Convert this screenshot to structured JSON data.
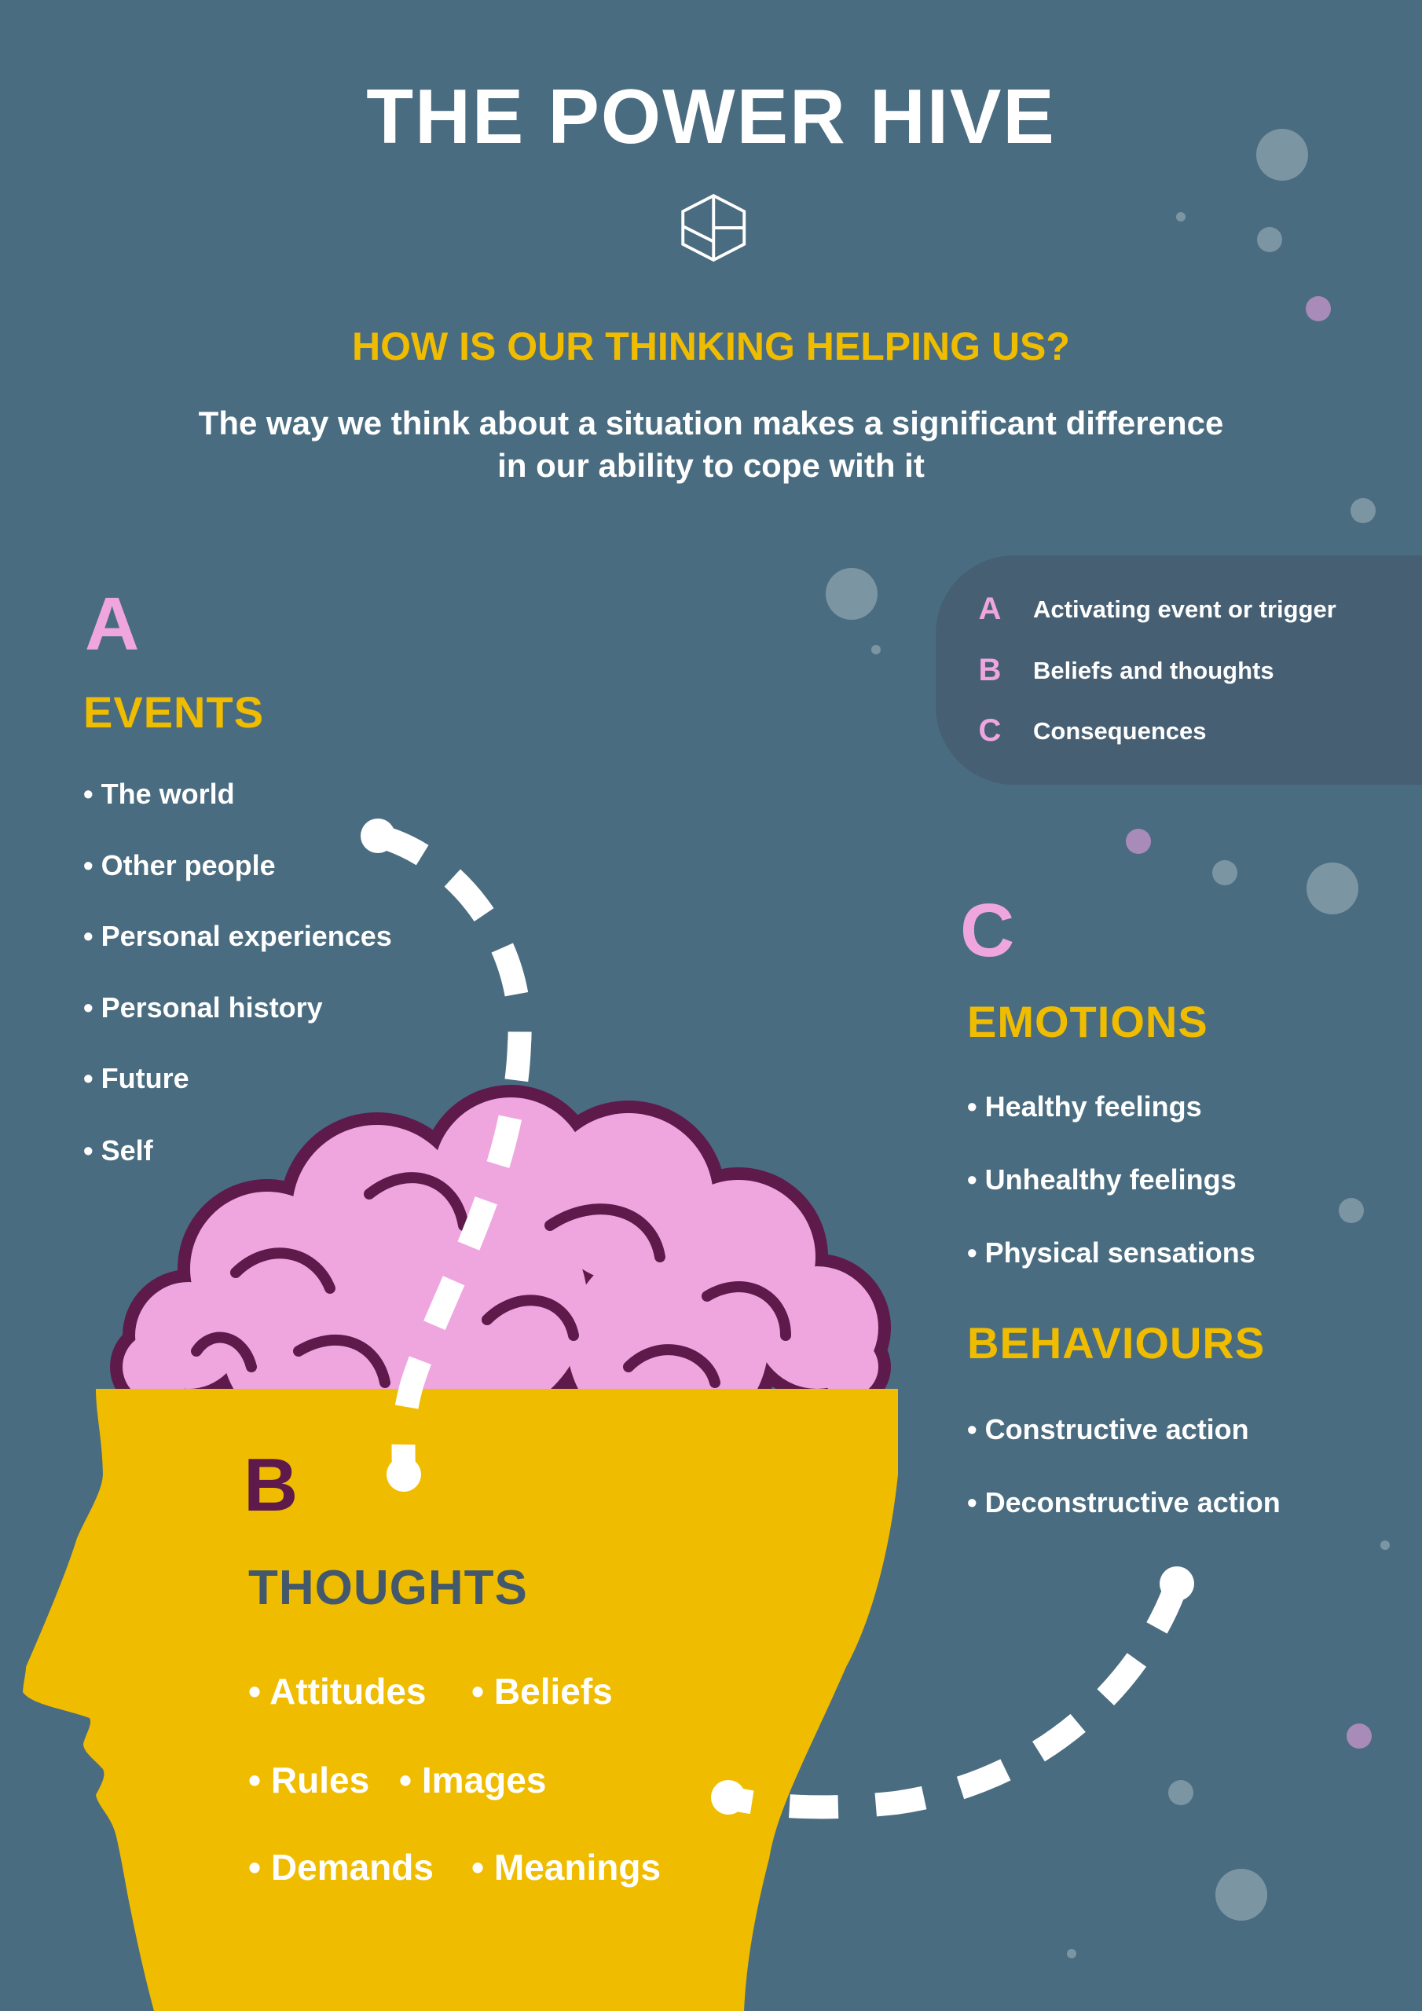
{
  "title": "THE POWER HIVE",
  "logo_icon": "hexagon-logo-icon",
  "subtitle": "HOW IS OUR THINKING HELPING US?",
  "lead": [
    "The way we think about a situation makes a significant difference",
    "in our ability to cope with it"
  ],
  "legend": [
    {
      "letter": "A",
      "text": "Activating event or trigger"
    },
    {
      "letter": "B",
      "text": "Beliefs and thoughts"
    },
    {
      "letter": "C",
      "text": "Consequences"
    }
  ],
  "a": {
    "letter": "A",
    "heading": "EVENTS",
    "items": [
      "• The world",
      "• Other people",
      "• Personal experiences",
      "• Personal history",
      "• Future",
      "• Self"
    ]
  },
  "b": {
    "letter": "B",
    "heading": "THOUGHTS",
    "items": [
      "• Attitudes",
      "• Beliefs",
      "• Rules",
      "• Images",
      "• Demands",
      "• Meanings"
    ]
  },
  "c": {
    "letter": "C",
    "heading1": "EMOTIONS",
    "items1": [
      "• Healthy feelings",
      "• Unhealthy feelings",
      "• Physical sensations"
    ],
    "heading2": "BEHAVIOURS",
    "items2": [
      "• Constructive action",
      "• Deconstructive action"
    ]
  },
  "colors": {
    "background": "#4a6c80",
    "yellow": "#f0bc00",
    "pink": "#efa6df",
    "purple": "#5e1a4a",
    "legend_bg": "#465f73"
  }
}
